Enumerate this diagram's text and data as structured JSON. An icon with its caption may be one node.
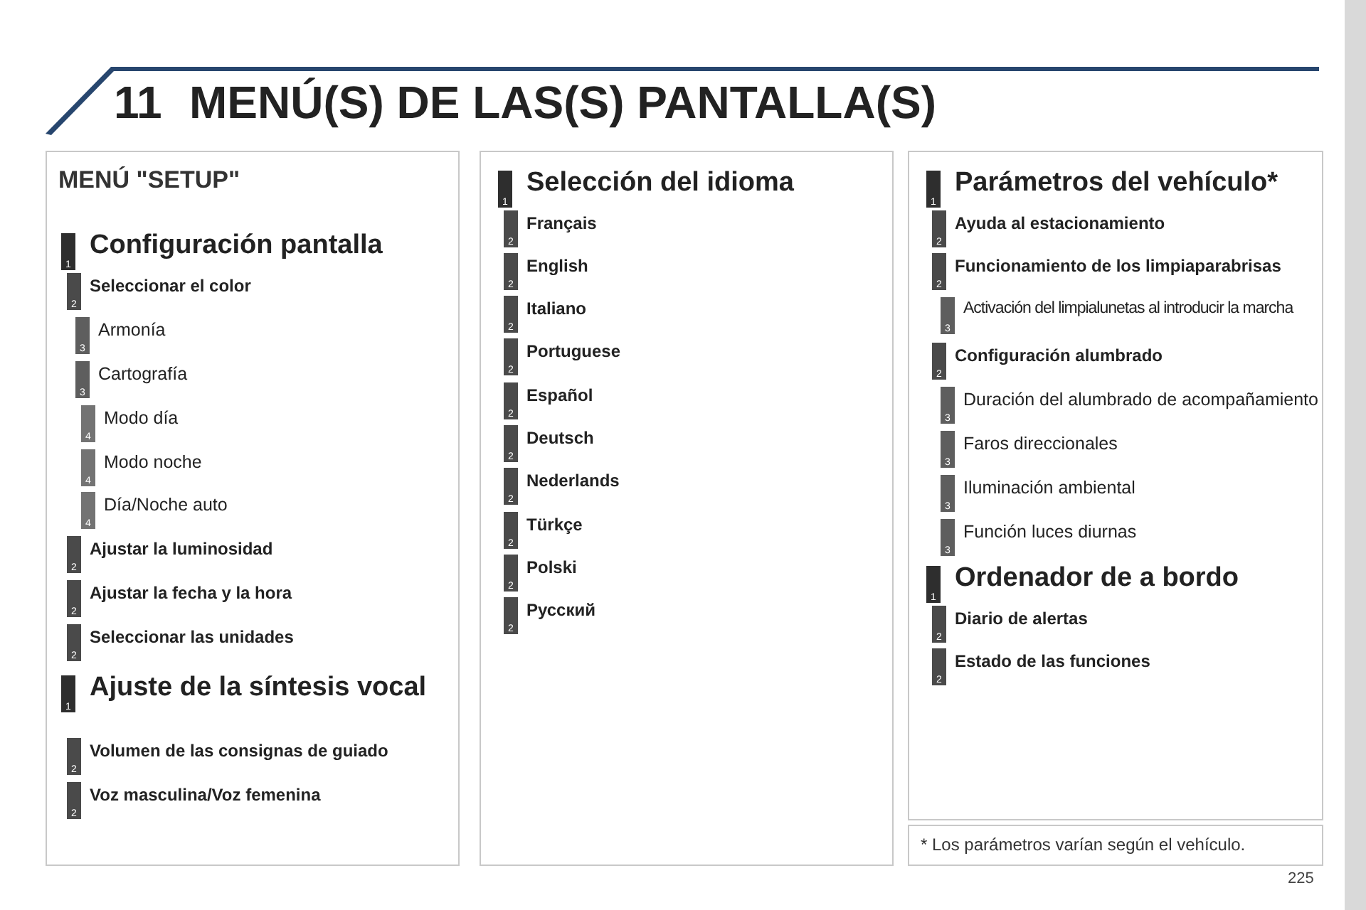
{
  "diagram": {
    "title": "MENÚ(S) DE LAS(S) PANTALLA(S)",
    "nodes": [
      {
        "text": [
          "MENÚ \"SETUP\""
        ]
      },
      {
        "text": [],
        "shape": "box"
      },
      {
        "text": [],
        "shape": "box"
      },
      {
        "text": [
          "* Los parámetros varían según el vehículo."
        ]
      },
      {
        "text": [
          "1"
        ],
        "in": 0,
        "beside": [
          "Configuración pantalla"
        ]
      },
      {
        "text": [
          "2"
        ],
        "in": 0,
        "beside": [
          "Seleccionar el color"
        ]
      },
      {
        "text": [
          "3"
        ],
        "in": 0,
        "beside": [
          "Armonía"
        ]
      },
      {
        "text": [
          "3"
        ],
        "in": 0,
        "beside": [
          "Cartografía"
        ]
      },
      {
        "text": [
          "4"
        ],
        "in": 0,
        "beside": [
          "Modo día"
        ]
      },
      {
        "text": [
          "4"
        ],
        "in": 0,
        "beside": [
          "Modo noche"
        ]
      },
      {
        "text": [
          "4"
        ],
        "in": 0,
        "beside": [
          "Día/Noche auto"
        ]
      },
      {
        "text": [
          "2"
        ],
        "in": 0,
        "beside": [
          "Ajustar la luminosidad"
        ]
      },
      {
        "text": [
          "2"
        ],
        "in": 0,
        "beside": [
          "Ajustar la fecha y la hora"
        ]
      },
      {
        "text": [
          "2"
        ],
        "in": 0,
        "beside": [
          "Seleccionar las unidades"
        ]
      },
      {
        "text": [
          "1"
        ],
        "in": 0,
        "beside": [
          "Ajuste de la síntesis vocal"
        ]
      },
      {
        "text": [
          "2"
        ],
        "in": 0,
        "beside": [
          "Volumen de las consignas de guiado"
        ]
      },
      {
        "text": [
          "2"
        ],
        "in": 0,
        "beside": [
          "Voz masculina/Voz femenina"
        ]
      },
      {
        "text": [
          "1"
        ],
        "in": 1,
        "beside": [
          "Selección del idioma"
        ]
      },
      {
        "text": [
          "2"
        ],
        "in": 1,
        "beside": [
          "Français"
        ]
      },
      {
        "text": [
          "2"
        ],
        "in": 1,
        "beside": [
          "English"
        ]
      },
      {
        "text": [
          "2"
        ],
        "in": 1,
        "beside": [
          "Italiano"
        ]
      },
      {
        "text": [
          "2"
        ],
        "in": 1,
        "beside": [
          "Portuguese"
        ]
      },
      {
        "text": [
          "2"
        ],
        "in": 1,
        "beside": [
          "Español"
        ]
      },
      {
        "text": [
          "2"
        ],
        "in": 1,
        "beside": [
          "Deutsch"
        ]
      },
      {
        "text": [
          "2"
        ],
        "in": 1,
        "beside": [
          "Nederlands"
        ]
      },
      {
        "text": [
          "2"
        ],
        "in": 1,
        "beside": [
          "Türkçe"
        ]
      },
      {
        "text": [
          "2"
        ],
        "in": 1,
        "beside": [
          "Polski"
        ]
      },
      {
        "text": [
          "2"
        ],
        "in": 1,
        "beside": [
          "Русский"
        ]
      },
      {
        "text": [
          "1"
        ],
        "in": 2,
        "beside": [
          "Parámetros del vehículo*"
        ]
      },
      {
        "text": [
          "2"
        ],
        "in": 2,
        "beside": [
          "Ayuda al estacionamiento"
        ]
      },
      {
        "text": [
          "2"
        ],
        "in": 2,
        "beside": [
          "Funcionamiento de los limpiaparabrisas"
        ]
      },
      {
        "text": [
          "3"
        ],
        "in": 2,
        "beside": [
          "Activación del limpialunetas al introducir la marcha"
        ]
      },
      {
        "text": [
          "2"
        ],
        "in": 2,
        "beside": [
          "Configuración alumbrado"
        ]
      },
      {
        "text": [
          "3"
        ],
        "in": 2,
        "beside": [
          "Duración del alumbrado de acompañamiento"
        ]
      },
      {
        "text": [
          "3"
        ],
        "in": 2,
        "beside": [
          "Faros direccionales"
        ]
      },
      {
        "text": [
          "3"
        ],
        "in": 2,
        "beside": [
          "Iluminación ambiental"
        ]
      },
      {
        "text": [
          "3"
        ],
        "in": 2,
        "beside": [
          "Función luces diurnas"
        ]
      },
      {
        "text": [
          "1"
        ],
        "in": 2,
        "beside": [
          "Ordenador de a bordo"
        ]
      },
      {
        "text": [
          "2"
        ],
        "in": 2,
        "beside": [
          "Diario de alertas"
        ]
      },
      {
        "text": [
          "2"
        ],
        "in": 2,
        "beside": [
          "Estado de las funciones"
        ]
      },
      {
        "text": [],
        "shape": "bar"
      }
    ],
    "labels": [
      "11",
      "225"
    ]
  }
}
